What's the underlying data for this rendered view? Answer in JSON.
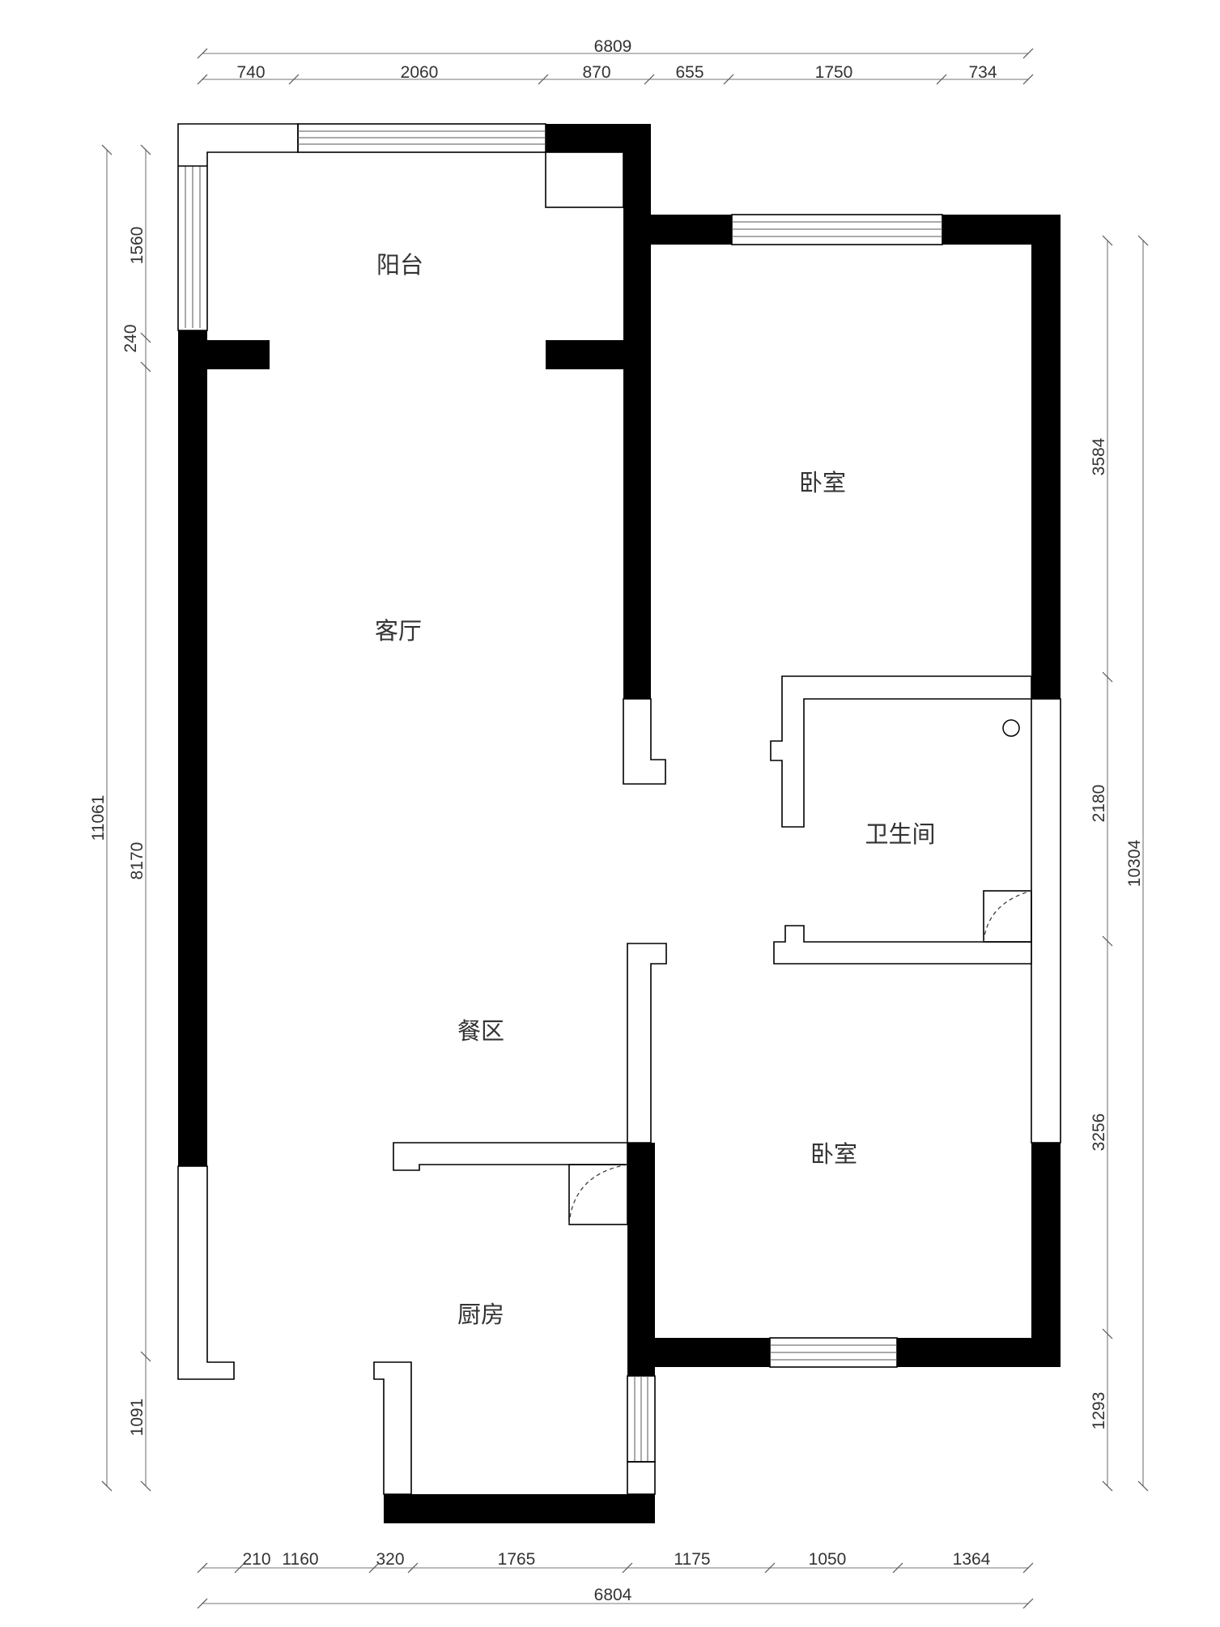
{
  "top_dims": {
    "total": "6809",
    "segments": [
      "740",
      "2060",
      "870",
      "655",
      "1750",
      "734"
    ]
  },
  "bottom_dims": {
    "total": "6804",
    "segments": [
      "210",
      "1160",
      "320",
      "1765",
      "1175",
      "1050",
      "1364"
    ]
  },
  "left_dims": {
    "total": "11061",
    "segments": [
      "1560",
      "240",
      "8170",
      "1091"
    ]
  },
  "right_dims": {
    "total": "10304",
    "segments": [
      "3584",
      "2180",
      "3256",
      "1293"
    ]
  },
  "rooms": {
    "balcony": "阳台",
    "living_room": "客厅",
    "bedroom_top": "卧室",
    "bathroom": "卫生间",
    "dining": "餐区",
    "bedroom_bottom": "卧室",
    "kitchen": "厨房"
  }
}
